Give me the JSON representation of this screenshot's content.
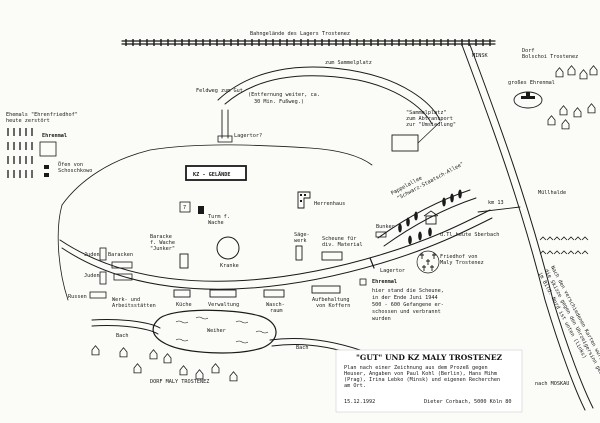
{
  "labels": {
    "bahngelaende": "Bahngelände des Lagers Trostenez",
    "zum_sammelplatz": "zum Sammelplatz",
    "minsk": "MINSK",
    "dorf_bolschoi_1": "Dorf",
    "dorf_bolschoi_2": "Bolschoi Trostenez",
    "grosses_ehrenmal": "großes Ehrenmal",
    "feldweg_1": "Feldweg zum Gut",
    "entfernung_1": "(Entfernung weiter, ca.",
    "entfernung_2": "30 Min. Fußweg.)",
    "lagertor_q": "Lagertor?",
    "ehemals_1": "Ehemals \"Ehrenfriedhof\"",
    "ehemals_2": "heute zerstört",
    "ehrenmal_small": "Ehrenmal",
    "oefen_1": "Öfen von",
    "oefen_2": "Schoschkowo",
    "sammelplatz_1": "\"Sammelplatz\"",
    "sammelplatz_2": "zum Abtransport",
    "sammelplatz_3": "zur \"Umsiedlung\"",
    "kz_gelaende": "KZ - GELÄNDE",
    "pappelallee_1": "Pappelallee",
    "pappelallee_2": "\"Schwarz-Staatsch-Allee\"",
    "muellhalde": "Müllhalde",
    "km13": "km 13",
    "herrenhaus": "Herrenhaus",
    "turm_1": "Turm f.",
    "turm_2": "Wache",
    "num7": "7",
    "baracke_1": "Baracke",
    "baracke_2": "f. Wache",
    "baracke_3": "\"Junker\"",
    "kranke": "Kranke",
    "saegewerk_1": "Säge-",
    "saegewerk_2": "werk",
    "scheune_1": "Scheune für",
    "scheune_2": "div. Material",
    "bunker": "Bunker",
    "tl_sberbach": "d.Tl.heute Sberbach",
    "friedhof_1": "Friedhof von",
    "friedhof_2": "Maly Trostenez",
    "lagertor": "Lagertor",
    "juden_1": "Juden",
    "juden_2": "Juden",
    "baracken": "Baracken",
    "russen": "Russen",
    "werk_1": "Werk- und",
    "werk_2": "Arbeitsstätten",
    "kueche": "Küche",
    "verwaltung": "Verwaltung",
    "wasch_1": "Wasch-",
    "wasch_2": "raum",
    "aufbehaltung_1": "Aufbehaltung",
    "aufbehaltung_2": "von Koffern",
    "ehrenmal_main": "Ehrenmal",
    "scheune_text_1": "hier stand die Scheune,",
    "scheune_text_2": "in der Ende Juni 1944",
    "scheune_text_3": "500 - 600 Gefangene er-",
    "scheune_text_4": "schossen und verbrannt",
    "scheune_text_5": "wurden",
    "weiher": "Weiher",
    "bach_1": "Bach",
    "bach_2": "Bach",
    "dorf_maly": "DORF MALY TROSTENEZ",
    "nach_moskau": "nach MOSKAU",
    "rotated_note_1": "Nach den verschiedenen Karten wurde Plan",
    "rotated_note_2": "die Skizze gegen den Uhrzeigersinn gedreht",
    "rotated_note_3": "im Bild: Nord ist unten (links)"
  },
  "legend": {
    "title": "\"GUT\" UND KZ MALY TROSTENEZ",
    "line1": "Plan nach einer Zeichnung aus dem Prozeß gegen",
    "line2": "Heuser, Angaben von Paul Kohl (Berlin), Hans Mihm",
    "line3": "(Prag), Irina Lebko (Minsk) und eigenen Recherchen",
    "line4": "am Ort.",
    "date": "15.12.1992",
    "author": "Dieter Corbach, 5000 Köln 80"
  }
}
